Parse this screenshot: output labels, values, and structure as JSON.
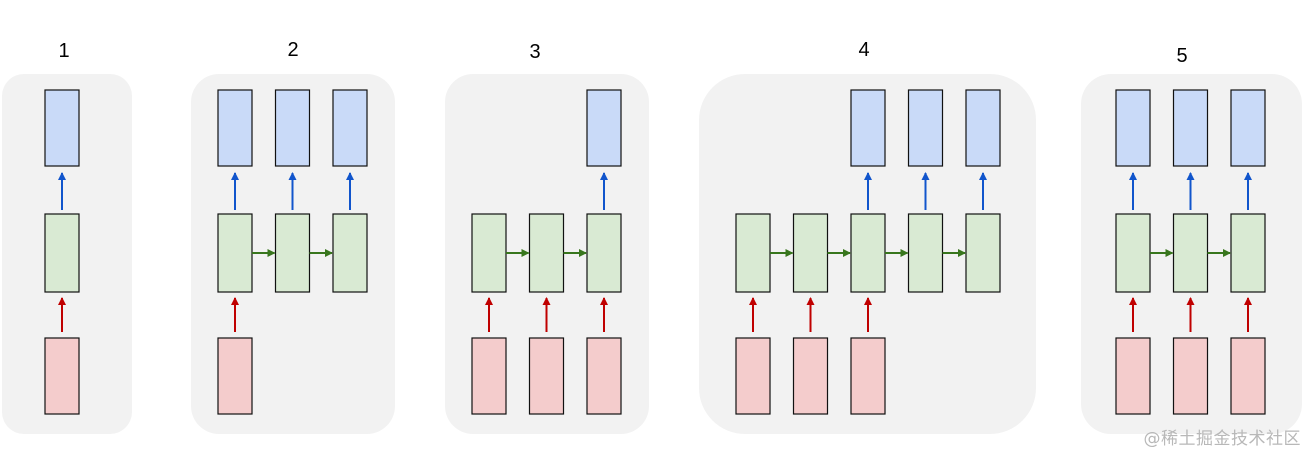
{
  "panels": [
    {
      "label": "1",
      "inputs": [
        0
      ],
      "hidden": [
        0
      ],
      "outputs": [
        0
      ]
    },
    {
      "label": "2",
      "inputs": [
        0
      ],
      "hidden": [
        0,
        1,
        2
      ],
      "outputs": [
        0,
        1,
        2
      ]
    },
    {
      "label": "3",
      "inputs": [
        0,
        1,
        2
      ],
      "hidden": [
        0,
        1,
        2
      ],
      "outputs": [
        2
      ]
    },
    {
      "label": "4",
      "inputs": [
        0,
        1,
        2
      ],
      "hidden": [
        0,
        1,
        2,
        3,
        4
      ],
      "outputs": [
        2,
        3,
        4
      ]
    },
    {
      "label": "5",
      "inputs": [
        0,
        1,
        2
      ],
      "hidden": [
        0,
        1,
        2
      ],
      "outputs": [
        0,
        1,
        2
      ]
    }
  ],
  "colors": {
    "panel_bg": "#f2f2f2",
    "input_fill": "#f4cccc",
    "hidden_fill": "#d9ead3",
    "output_fill": "#c9daf8",
    "box_stroke": "#111111",
    "input_arrow": "#c00000",
    "recurrent_arrow": "#38761d",
    "output_arrow": "#1155cc"
  },
  "watermark": "@稀土掘金技术社区"
}
